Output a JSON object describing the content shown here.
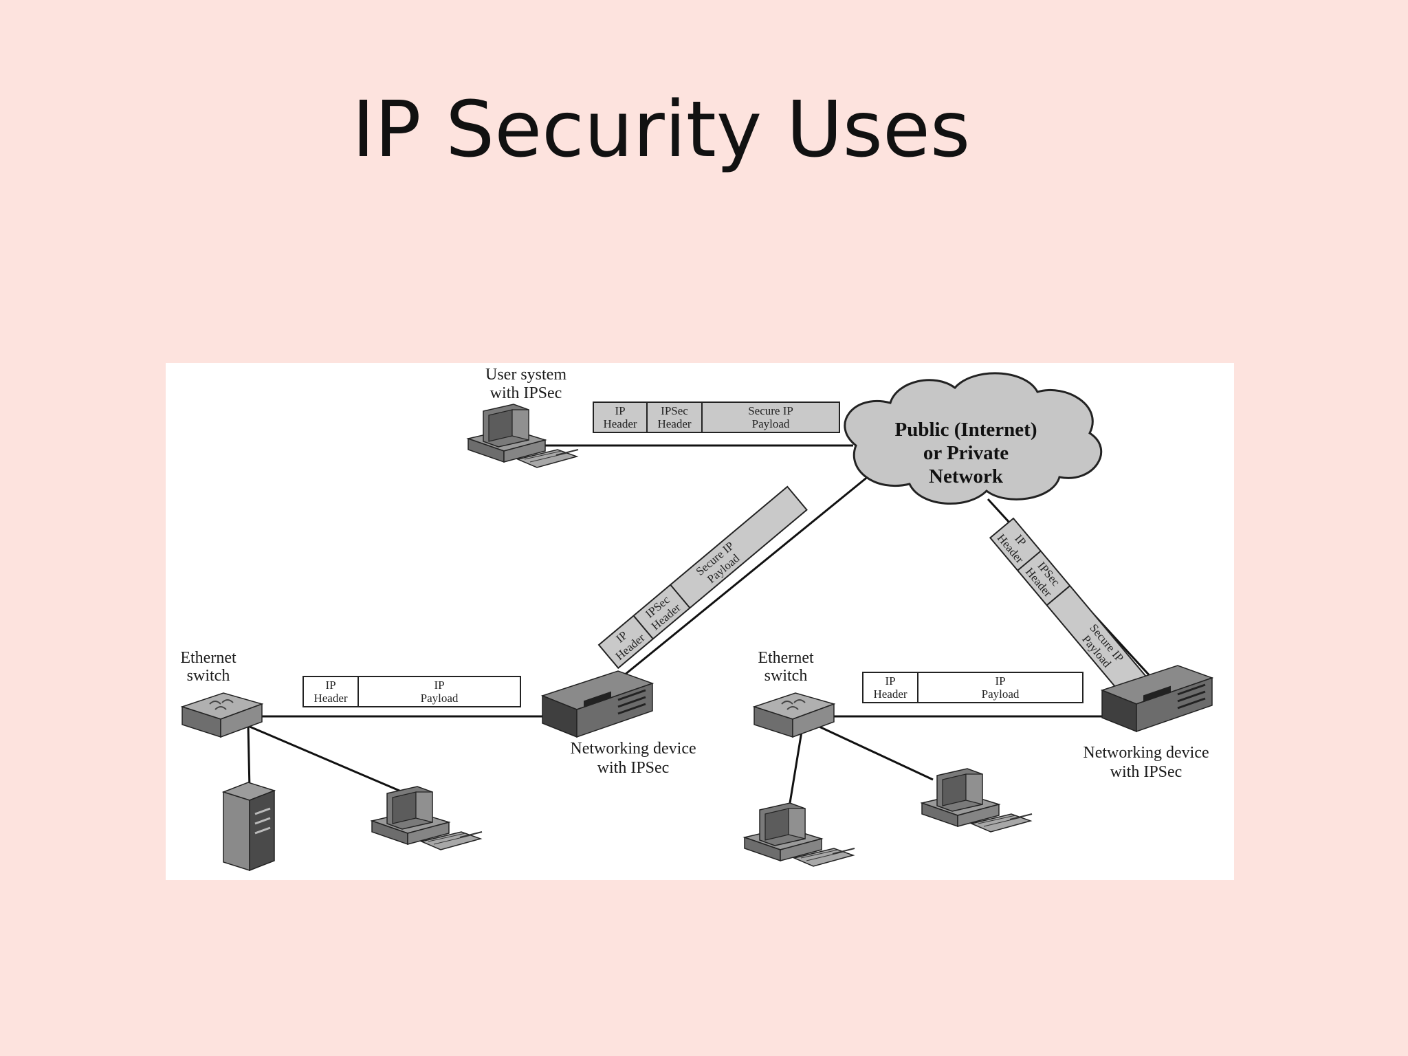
{
  "slide": {
    "title": "IP Security Uses"
  },
  "labels": {
    "user_system_line1": "User system",
    "user_system_line2": "with IPSec",
    "cloud_line1": "Public (Internet)",
    "cloud_line2": "or Private",
    "cloud_line3": "Network",
    "eth_left_line1": "Ethernet",
    "eth_left_line2": "switch",
    "eth_right_line1": "Ethernet",
    "eth_right_line2": "switch",
    "netdev_left_line1": "Networking device",
    "netdev_left_line2": "with IPSec",
    "netdev_right_line1": "Networking device",
    "netdev_right_line2": "with IPSec"
  },
  "packets": {
    "secure": {
      "ip_header": [
        "IP",
        "Header"
      ],
      "ipsec_header": [
        "IPSec",
        "Header"
      ],
      "payload": [
        "Secure IP",
        "Payload"
      ]
    },
    "plain": {
      "ip_header": [
        "IP",
        "Header"
      ],
      "payload": [
        "IP",
        "Payload"
      ]
    }
  },
  "colors": {
    "background": "#fde3de",
    "cloud_fill": "#c6c6c6",
    "packet_fill": "#c9c9c9",
    "device_dark": "#555555"
  }
}
